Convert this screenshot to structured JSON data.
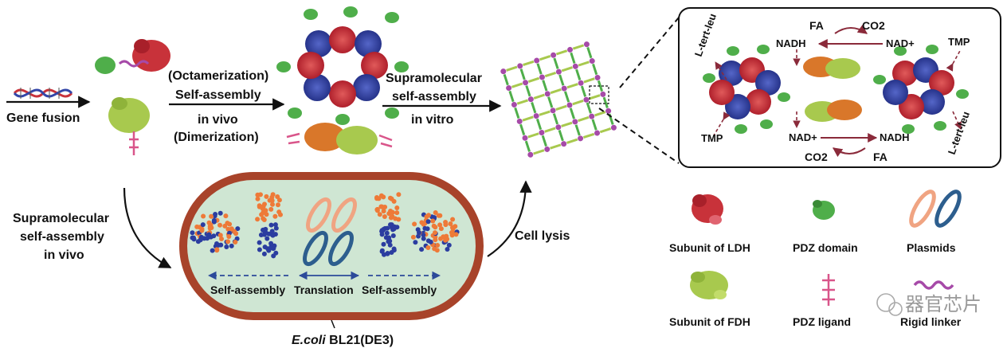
{
  "steps": {
    "gene_fusion": "Gene fusion",
    "octamerization": "(Octamerization)",
    "self_assembly": "Self-assembly",
    "in_vivo": "in vivo",
    "dimerization": "(Dimerization)",
    "supramolecular": "Supramolecular",
    "self_assembly_lc": "self-assembly",
    "in_vitro": "in vitro",
    "cell_lysis": "Cell lysis"
  },
  "left_vivo": {
    "line1": "Supramolecular",
    "line2": "self-assembly",
    "line3": "in vivo"
  },
  "cell": {
    "left_label": "Self-assembly",
    "center_label": "Translation",
    "right_label": "Self-assembly",
    "strain_italic": "E.coli",
    "strain_rest": " BL21(DE3)"
  },
  "inset": {
    "l_tert_leu": "L-tert-leu",
    "fa": "FA",
    "co2": "CO2",
    "nadh": "NADH",
    "nad_plus": "NAD+",
    "tmp": "TMP"
  },
  "legend": {
    "ldh": "Subunit of LDH",
    "pdz_domain": "PDZ domain",
    "plasmids": "Plasmids",
    "fdh": "Subunit of FDH",
    "pdz_ligand": "PDZ ligand",
    "rigid_linker": "Rigid linker"
  },
  "watermark": "器官芯片",
  "colors": {
    "ldh_red": "#c8323a",
    "ldh_blue": "#3346a8",
    "pdz_green": "#4fae4a",
    "fdh_green": "#a8c94e",
    "fdh_orange": "#d9772a",
    "linker_purple": "#a64aa8",
    "ligand_pink": "#d9558a",
    "cell_wall": "#a8432a",
    "cytoplasm": "#cfe6d3",
    "arrow_blue": "#2c4a9a",
    "arrow_maroon": "#8a2a3a",
    "dot_orange": "#ee7a38",
    "dot_blue": "#2b3da0",
    "plasmid_orange": "#f0a482",
    "plasmid_blue": "#2d5e8e"
  }
}
